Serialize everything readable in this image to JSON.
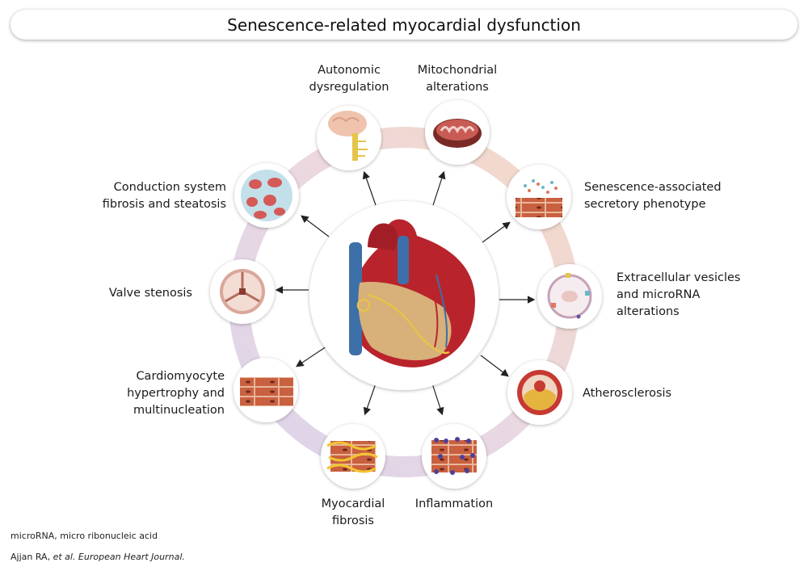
{
  "title": "Senescence-related myocardial dysfunction",
  "center": {
    "icon": "heart-anatomy-icon"
  },
  "nodes": [
    {
      "id": "autonomic",
      "lines": [
        "Autonomic",
        "dysregulation"
      ],
      "icon": "brain-spinal-cord-icon"
    },
    {
      "id": "mitochondrial",
      "lines": [
        "Mitochondrial",
        "alterations"
      ],
      "icon": "mitochondrion-icon"
    },
    {
      "id": "sasp",
      "lines": [
        "Senescence-associated",
        "secretory phenotype"
      ],
      "icon": "secretory-cells-icon"
    },
    {
      "id": "vesicles",
      "lines": [
        "Extracellular vesicles",
        "and microRNA",
        "alterations"
      ],
      "icon": "extracellular-vesicle-icon"
    },
    {
      "id": "atherosclerosis",
      "lines": [
        "Atherosclerosis"
      ],
      "icon": "plaque-artery-icon"
    },
    {
      "id": "inflammation",
      "lines": [
        "Inflammation"
      ],
      "icon": "inflamed-tissue-icon"
    },
    {
      "id": "fibrosis",
      "lines": [
        "Myocardial",
        "fibrosis"
      ],
      "icon": "fibrotic-tissue-icon"
    },
    {
      "id": "hypertrophy",
      "lines": [
        "Cardiomyocyte",
        "hypertrophy and",
        "multinucleation"
      ],
      "icon": "cardiomyocyte-icon"
    },
    {
      "id": "valve",
      "lines": [
        "Valve stenosis"
      ],
      "icon": "stenotic-valve-icon"
    },
    {
      "id": "conduction",
      "lines": [
        "Conduction system",
        "fibrosis and steatosis"
      ],
      "icon": "fibrotic-cells-icon"
    }
  ],
  "footnotes": {
    "abbrev_term": "microRNA",
    "abbrev_def": ", micro ribonucleic acid",
    "citation_authors": "Ajjan RA, ",
    "citation_etal": "et al.",
    "citation_journal": " European Heart Journal."
  },
  "colors": {
    "ring_gradient": [
      "#f6dcc8",
      "#e6d6e6",
      "#dcd3e8"
    ],
    "tissue": "#c05a3e",
    "heart_red": "#b9242c",
    "vessel_blue": "#3d6fa8"
  }
}
